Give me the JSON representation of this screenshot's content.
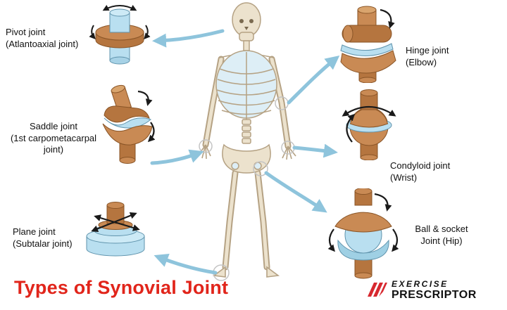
{
  "title": "Types of Synovial Joint",
  "labels": {
    "pivot": {
      "name": "Pivot joint",
      "sub": "(Atlantoaxial joint)"
    },
    "hinge": {
      "name": "Hinge joint",
      "sub": "(Elbow)"
    },
    "saddle": {
      "name": "Saddle joint",
      "sub": "(1st carpometacarpal joint)"
    },
    "condyloid": {
      "name": "Condyloid joint",
      "sub": "(Wrist)"
    },
    "plane": {
      "name": "Plane joint",
      "sub": "(Subtalar joint)"
    },
    "ball_socket": {
      "name": "Ball & socket",
      "sub": "Joint (Hip)"
    }
  },
  "logo": {
    "line1": "EXERCISE",
    "line2": "PRESCRIPTOR"
  },
  "colors": {
    "title_red": "#e1251b",
    "logo_red": "#d7282f",
    "connector_arrow_blue": "#8ec4dc",
    "bone_brown": "#c98a54",
    "bone_brown_dark": "#b5753f",
    "cartilage_blue": "#b9dff0",
    "skeleton_bone": "#ece2cd"
  },
  "icons": {
    "logo_icon": "red-stripes-emblem-icon",
    "joint_motion": "rotation-arrow-icon",
    "connectors": "curved-connector-arrow-icon"
  }
}
